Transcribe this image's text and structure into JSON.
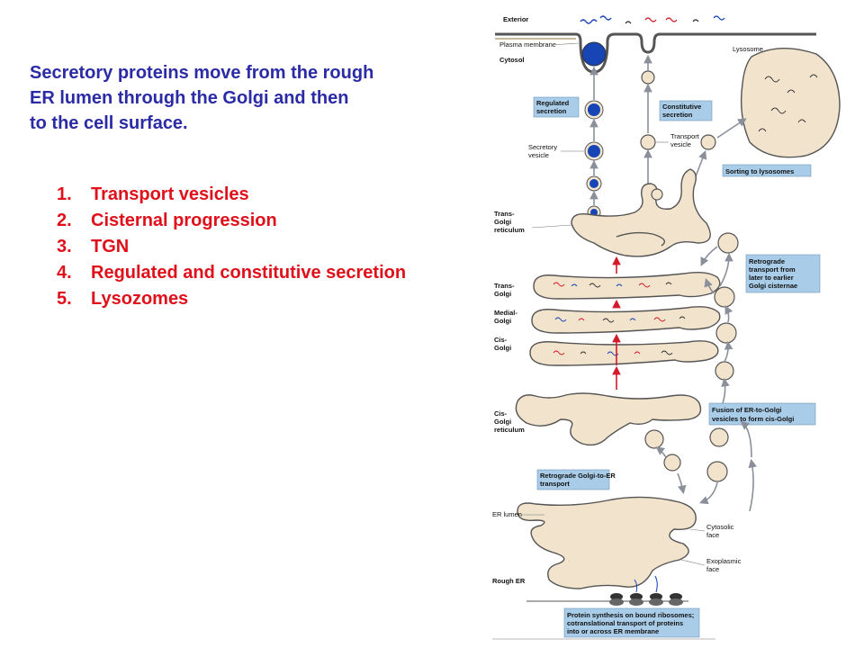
{
  "title": "Secretory proteins move from the rough\nER lumen through the Golgi and then\nto the cell surface.",
  "list": [
    {
      "num": "1.",
      "text": "Transport vesicles"
    },
    {
      "num": "2.",
      "text": "Cisternal progression"
    },
    {
      "num": "3.",
      "text": "TGN"
    },
    {
      "num": "4.",
      "text": "Regulated and constitutive secretion"
    },
    {
      "num": "5.",
      "text": "Lysozomes"
    }
  ],
  "diagram": {
    "exterior": "Exterior",
    "plasma_membrane": "Plasma membrane",
    "cytosol": "Cytosol",
    "lysosome": "Lysosome",
    "regulated_secretion": [
      "Regulated",
      "secretion"
    ],
    "constitutive_secretion": [
      "Constitutive",
      "secretion"
    ],
    "secretory_vesicle": [
      "Secretory",
      "vesicle"
    ],
    "transport_vesicle": [
      "Transport",
      "vesicle"
    ],
    "sorting_to_lysosomes": "Sorting to lysosomes",
    "trans_golgi_reticulum": [
      "Trans-",
      "Golgi",
      "reticulum"
    ],
    "retrograde_later_earlier": [
      "Retrograde",
      "transport from",
      "later to earlier",
      "Golgi cisternae"
    ],
    "trans_golgi": [
      "Trans-",
      "Golgi"
    ],
    "medial_golgi": [
      "Medial-",
      "Golgi"
    ],
    "cis_golgi": [
      "Cis-",
      "Golgi"
    ],
    "fusion_er_golgi": [
      "Fusion of ER-to-Golgi",
      "vesicles to form cis-Golgi"
    ],
    "cis_golgi_reticulum": [
      "Cis-",
      "Golgi",
      "reticulum"
    ],
    "retrograde_golgi_er": [
      "Retrograde Golgi-to-ER",
      "transport"
    ],
    "er_lumen": "ER lumen",
    "cytosolic_face": [
      "Cytosolic",
      "face"
    ],
    "exoplasmic_face": [
      "Exoplasmic",
      "face"
    ],
    "rough_er": "Rough ER",
    "protein_synthesis": [
      "Protein synthesis on bound ribosomes;",
      "cotranslational transport of proteins",
      "into or across ER membrane"
    ],
    "colors": {
      "title": "#2b2ba6",
      "list": "#e0101a",
      "label_box": "#a9cde9",
      "membrane_fill": "#f1e3cc",
      "secretory_dark": "#1845b5",
      "red_arrow": "#d21a2a"
    }
  }
}
